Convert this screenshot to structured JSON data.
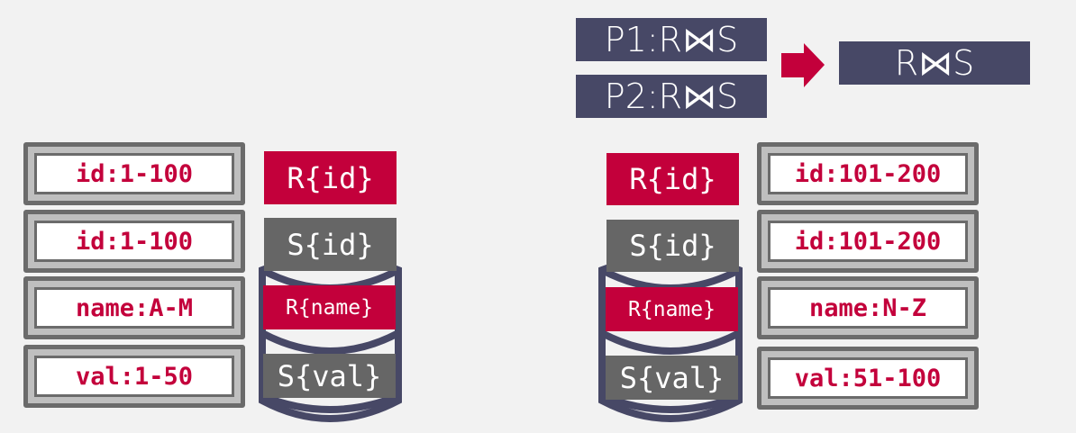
{
  "top": {
    "p1": "P1:R⋈S",
    "p2": "P2:R⋈S",
    "result": "R⋈S"
  },
  "left": {
    "partitions": [
      "id:1-100",
      "id:1-100",
      "name:A-M",
      "val:1-50"
    ],
    "chips": [
      "R{id}",
      "S{id}",
      "R{name}",
      "S{val}"
    ]
  },
  "right": {
    "partitions": [
      "id:101-200",
      "id:101-200",
      "name:N-Z",
      "val:51-100"
    ],
    "chips": [
      "R{id}",
      "S{id}",
      "R{name}",
      "S{val}"
    ]
  },
  "colors": {
    "red": "#c3003b",
    "gray": "#666666",
    "navy": "#474866"
  }
}
